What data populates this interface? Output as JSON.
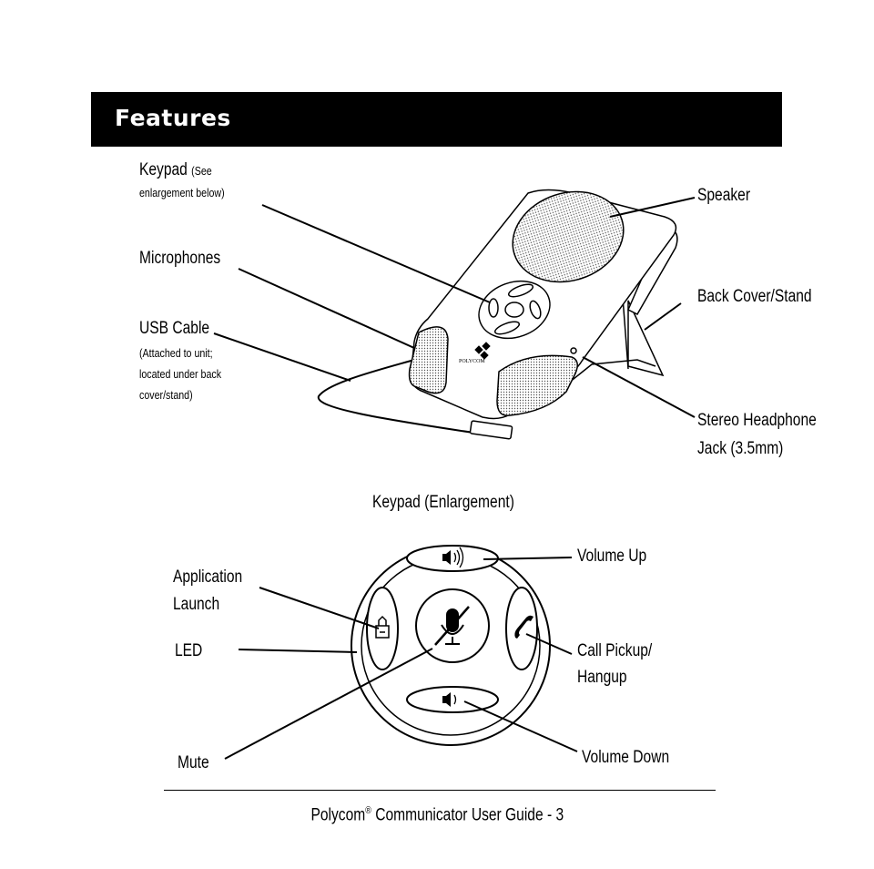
{
  "header": {
    "title": "Features"
  },
  "device_labels": {
    "keypad": "Keypad",
    "keypad_note_1": "(See",
    "keypad_note_2": "enlargement below)",
    "microphones": "Microphones",
    "usb_cable": "USB Cable",
    "usb_note_1": "(Attached to unit;",
    "usb_note_2": "located under back",
    "usb_note_3": "cover/stand)",
    "speaker": "Speaker",
    "back_cover": "Back Cover/Stand",
    "headphone_1": "Stereo Headphone",
    "headphone_2": "Jack (3.5mm)",
    "brand": "POLYCOM"
  },
  "keypad_section": {
    "title": "Keypad (Enlargement)",
    "app_launch_1": "Application",
    "app_launch_2": "Launch",
    "led": "LED",
    "mute": "Mute",
    "volume_up": "Volume Up",
    "call_1": "Call Pickup/",
    "call_2": "Hangup",
    "volume_down": "Volume Down"
  },
  "footer": {
    "brand": "Polycom",
    "reg": "®",
    "rest": " Communicator User Guide - 3"
  }
}
